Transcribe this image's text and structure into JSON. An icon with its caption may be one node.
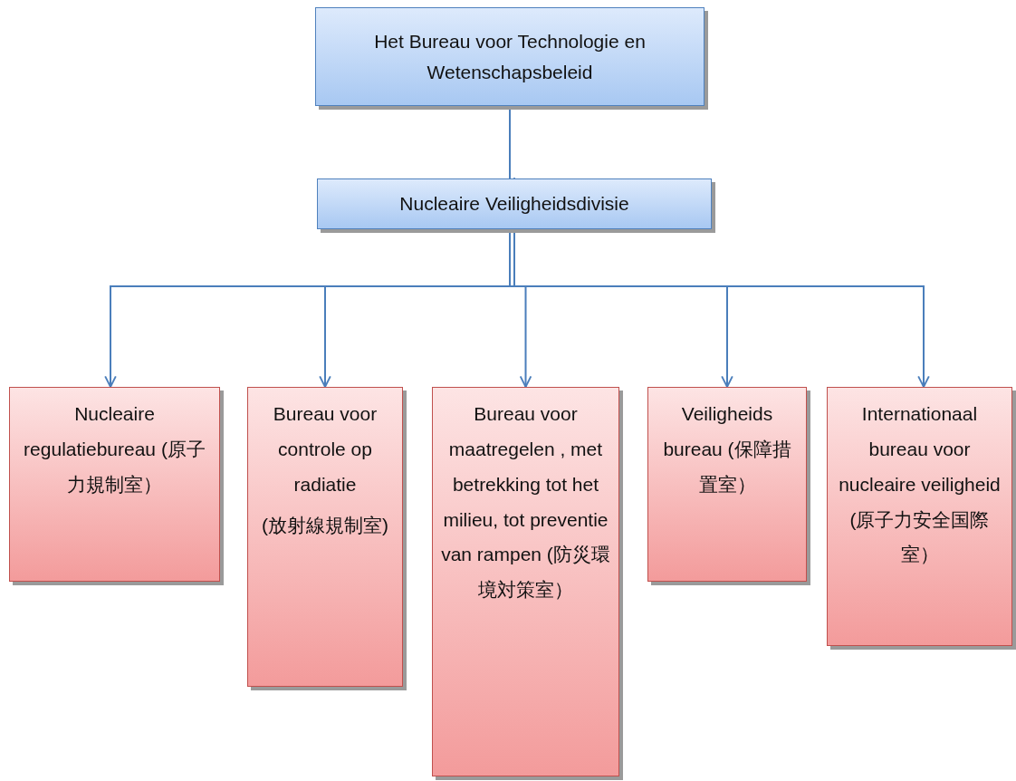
{
  "diagram": {
    "nodes": [
      {
        "text": [
          "Het Bureau voor Technologie en Wetenschapsbeleid"
        ]
      },
      {
        "text": [
          "Nucleaire Veiligheidsdivisie"
        ]
      },
      {
        "text": [
          "Nucleaire regulatiebureau (原子力規制室）"
        ]
      },
      {
        "text": [
          "Bureau voor controle op radiatie",
          "(放射線規制室)"
        ]
      },
      {
        "text": [
          "Bureau voor maatregelen , met betrekking tot het milieu, tot preventie van rampen (防災環境対策室）"
        ]
      },
      {
        "text": [
          "Veiligheids bureau (保障措置室）"
        ]
      },
      {
        "text": [
          "Internationaal bureau voor nucleaire veiligheid (原子力安全国際室）"
        ]
      }
    ],
    "edges": [
      {
        "from": 0,
        "to": 1,
        "arrow": "to"
      },
      {
        "from": 1,
        "to": 2,
        "arrow": "to"
      },
      {
        "from": 1,
        "to": 3,
        "arrow": "to"
      },
      {
        "from": 1,
        "to": 4,
        "arrow": "to"
      },
      {
        "from": 1,
        "to": 5,
        "arrow": "to"
      },
      {
        "from": 1,
        "to": 6,
        "arrow": "to"
      }
    ]
  }
}
